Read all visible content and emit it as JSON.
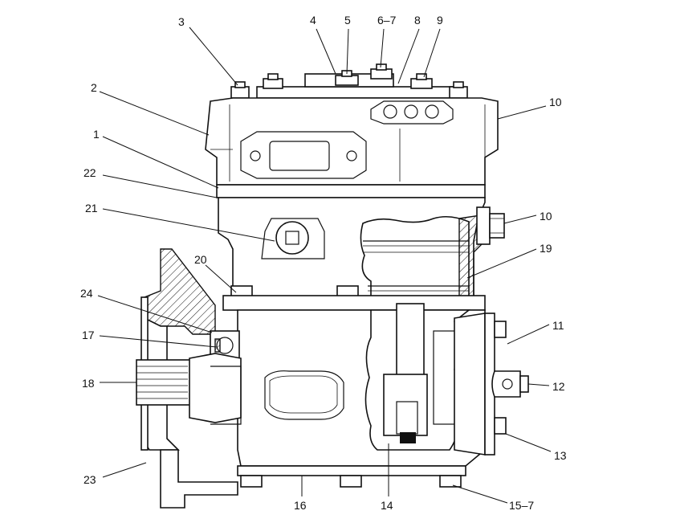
{
  "diagram": {
    "callouts": [
      {
        "id": "c3",
        "text": "3"
      },
      {
        "id": "c4",
        "text": "4"
      },
      {
        "id": "c5",
        "text": "5"
      },
      {
        "id": "c67",
        "text": "6–7"
      },
      {
        "id": "c8",
        "text": "8"
      },
      {
        "id": "c9",
        "text": "9"
      },
      {
        "id": "c2",
        "text": "2"
      },
      {
        "id": "c10a",
        "text": "10"
      },
      {
        "id": "c1",
        "text": "1"
      },
      {
        "id": "c22",
        "text": "22"
      },
      {
        "id": "c21",
        "text": "21"
      },
      {
        "id": "c10b",
        "text": "10"
      },
      {
        "id": "c19",
        "text": "19"
      },
      {
        "id": "c20",
        "text": "20"
      },
      {
        "id": "c24",
        "text": "24"
      },
      {
        "id": "c11",
        "text": "11"
      },
      {
        "id": "c17",
        "text": "17"
      },
      {
        "id": "c12",
        "text": "12"
      },
      {
        "id": "c18",
        "text": "18"
      },
      {
        "id": "c13",
        "text": "13"
      },
      {
        "id": "c23",
        "text": "23"
      },
      {
        "id": "c16",
        "text": "16"
      },
      {
        "id": "c14",
        "text": "14"
      },
      {
        "id": "c157",
        "text": "15–7"
      }
    ]
  }
}
